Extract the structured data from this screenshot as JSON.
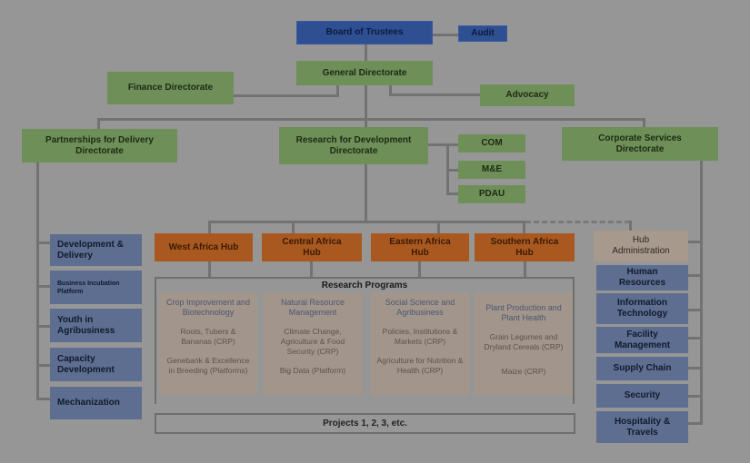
{
  "chart": {
    "board": "Board of Trustees",
    "audit": "Audit",
    "general": "General Directorate",
    "finance": "Finance Directorate",
    "advocacy": "Advocacy",
    "directorates": {
      "partnerships": "Partnerships for Delivery Directorate",
      "research": "Research for Development Directorate",
      "corporate": "Corporate Services Directorate"
    },
    "research_units": [
      "COM",
      "M&E",
      "PDAU"
    ],
    "hubs": [
      "West Africa Hub",
      "Central Africa Hub",
      "Eastern Africa Hub",
      "Southern Africa Hub"
    ],
    "hub_admin": "Hub Administration",
    "research_programs_label": "Research Programs",
    "programs": [
      {
        "title": "Crop Improvement and Biotechnology",
        "items": [
          "Roots, Tubers & Bananas (CRP)",
          "Genebank & Excellence in Breeding (Platforms)"
        ]
      },
      {
        "title": "Natural Resource Management",
        "items": [
          "Climate Change, Agriculture & Food Security (CRP)",
          "Big Data (Platform)"
        ]
      },
      {
        "title": "Social Science and Agribusiness",
        "items": [
          "Policies, Institutions & Markets (CRP)",
          "Agriculture for Nutrition & Health (CRP)"
        ]
      },
      {
        "title": "Plant Production and Plant Health",
        "items": [
          "Grain Legumes and Dryland Cereals (CRP)",
          "Maize (CRP)"
        ]
      }
    ],
    "projects": "Projects 1, 2, 3, etc.",
    "partnership_units": [
      "Development & Delivery",
      "Business Incubation Platform",
      "Youth in Agribusiness",
      "Capacity Development",
      "Mechanization"
    ],
    "corporate_units": [
      "Human Resources",
      "Information Technology",
      "Facility Management",
      "Supply Chain",
      "Security",
      "Hospitality & Travels"
    ]
  }
}
